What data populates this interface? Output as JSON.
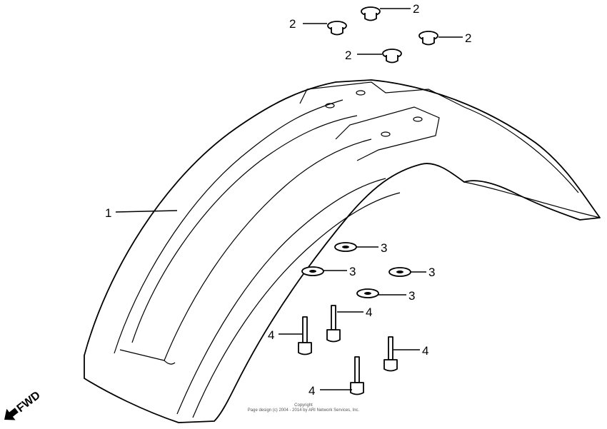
{
  "diagram": {
    "callouts": [
      {
        "part": "1",
        "label": "1"
      },
      {
        "part": "2",
        "label": "2"
      },
      {
        "part": "3",
        "label": "3"
      },
      {
        "part": "4",
        "label": "4"
      }
    ],
    "direction_marker": "FWD",
    "copyright": {
      "line1": "Copyright",
      "line2": "Page design (c) 2004 - 2014 by ARI Network Services, Inc."
    }
  }
}
